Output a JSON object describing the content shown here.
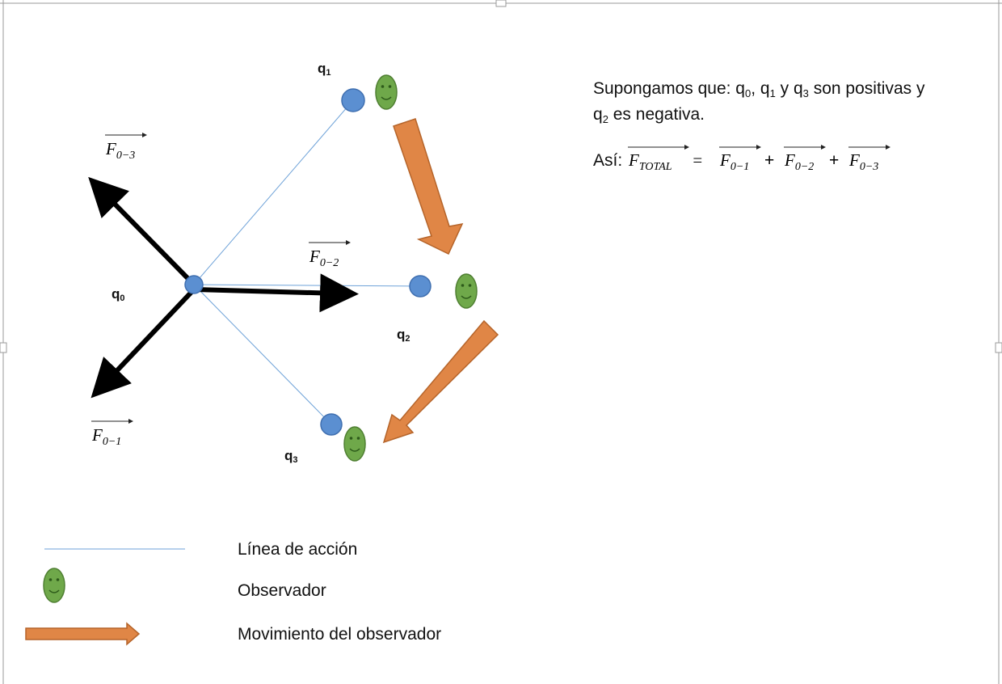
{
  "charges": {
    "q0": {
      "base": "q",
      "sub": "0"
    },
    "q1": {
      "base": "q",
      "sub": "1"
    },
    "q2": {
      "base": "q",
      "sub": "2"
    },
    "q3": {
      "base": "q",
      "sub": "3"
    }
  },
  "forces": {
    "f03": {
      "base": "F",
      "sub": "0−3"
    },
    "f02": {
      "base": "F",
      "sub": "0−2"
    },
    "f01": {
      "base": "F",
      "sub": "0−1"
    }
  },
  "text": {
    "line1_a": "Supongamos que: q",
    "line1_s0": "0",
    "line1_b": ", q",
    "line1_s1": "1",
    "line1_c": " y q",
    "line1_s3": "3",
    "line1_d": " son positivas y",
    "line2_a": "q",
    "line2_s2": "2",
    "line2_b": " es negativa.",
    "eq_prefix": "Así: ",
    "eq_total_base": "F",
    "eq_total_sub": "TOTAL",
    "eq_equals": " = ",
    "eq_plus": "+",
    "eq_t1_base": "F",
    "eq_t1_sub": "0−1",
    "eq_t2_base": "F",
    "eq_t2_sub": "0−2",
    "eq_t3_base": "F",
    "eq_t3_sub": "0−3"
  },
  "legend": {
    "line_label": "Línea de acción",
    "observer_label": "Observador",
    "movement_label": "Movimiento del observador"
  },
  "colors": {
    "charge_fill": "#5b8fd1",
    "charge_stroke": "#3f6fb0",
    "action_line": "#6ea2d8",
    "observer_fill": "#6fa84a",
    "observer_stroke": "#4f7f32",
    "movement_fill": "#e08646",
    "movement_stroke": "#b5642a",
    "force_arrow": "#000000"
  }
}
